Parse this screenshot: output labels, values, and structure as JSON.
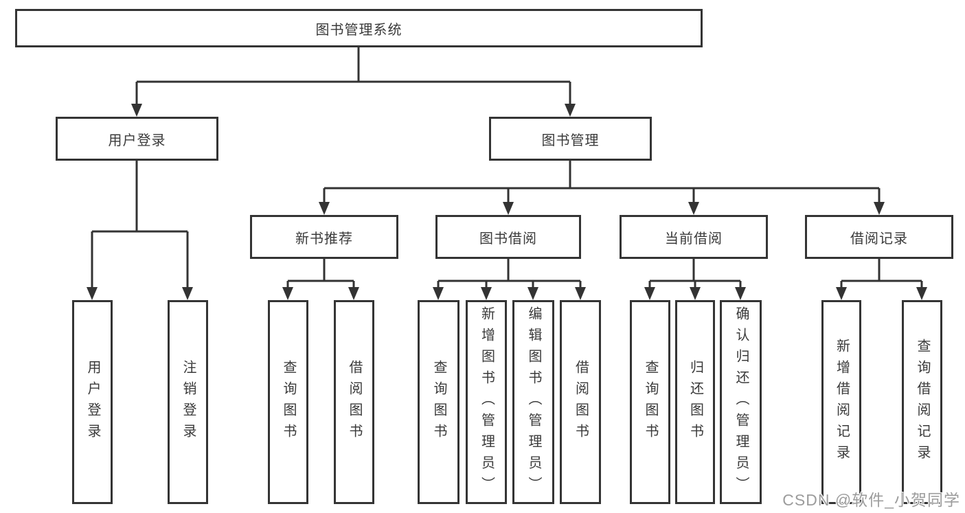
{
  "colors": {
    "background": "#ffffff",
    "box_border": "#343434",
    "connector_line": "#333333",
    "text": "#3a3a3a",
    "watermark": "#9c9c9c"
  },
  "nodes": {
    "root": {
      "label": "图书管理系统"
    },
    "user_login": {
      "label": "用户登录"
    },
    "book_mgmt": {
      "label": "图书管理"
    },
    "new_book_rec": {
      "label": "新书推荐"
    },
    "book_borrow": {
      "label": "图书借阅"
    },
    "current_borrow": {
      "label": "当前借阅"
    },
    "borrow_records": {
      "label": "借阅记录"
    },
    "login_leaf": {
      "label": "用户登录"
    },
    "logout_leaf": {
      "label": "注销登录"
    },
    "rec_query": {
      "label": "查询图书"
    },
    "rec_borrow": {
      "label": "借阅图书"
    },
    "bb_query": {
      "label": "查询图书"
    },
    "bb_add": {
      "label": "新增图书（管理员）"
    },
    "bb_edit": {
      "label": "编辑图书（管理员）"
    },
    "bb_borrow": {
      "label": "借阅图书"
    },
    "cb_query": {
      "label": "查询图书"
    },
    "cb_return": {
      "label": "归还图书"
    },
    "cb_confirm": {
      "label": "确认归还（管理员）"
    },
    "br_add": {
      "label": "新增借阅记录"
    },
    "br_query": {
      "label": "查询借阅记录"
    }
  },
  "watermark": {
    "text": "CSDN @软件_小贺同学"
  }
}
